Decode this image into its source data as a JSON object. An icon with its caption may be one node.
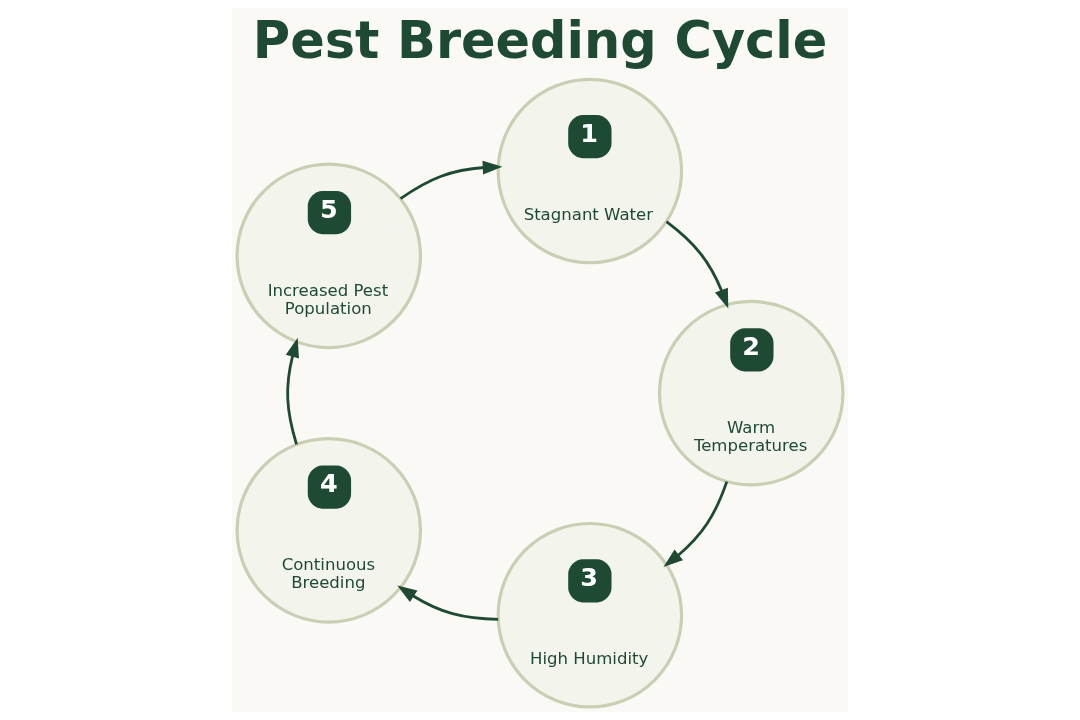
{
  "diagram": {
    "title": "Pest Breeding Cycle",
    "nodes": [
      {
        "text": [
          "1",
          "Stagnant Water"
        ]
      },
      {
        "text": [
          "2",
          "Warm Temperatures"
        ]
      },
      {
        "text": [
          "3",
          "High Humidity"
        ]
      },
      {
        "text": [
          "4",
          "Continuous Breeding"
        ]
      },
      {
        "text": [
          "5",
          "Increased Pest Population"
        ]
      }
    ],
    "edges": [
      {
        "from": 0,
        "to": 1,
        "arrow": "to"
      },
      {
        "from": 1,
        "to": 2,
        "arrow": "to"
      },
      {
        "from": 2,
        "to": 3,
        "arrow": "to"
      },
      {
        "from": 3,
        "to": 4,
        "arrow": "to"
      },
      {
        "from": 4,
        "to": 0,
        "arrow": "to"
      }
    ]
  }
}
